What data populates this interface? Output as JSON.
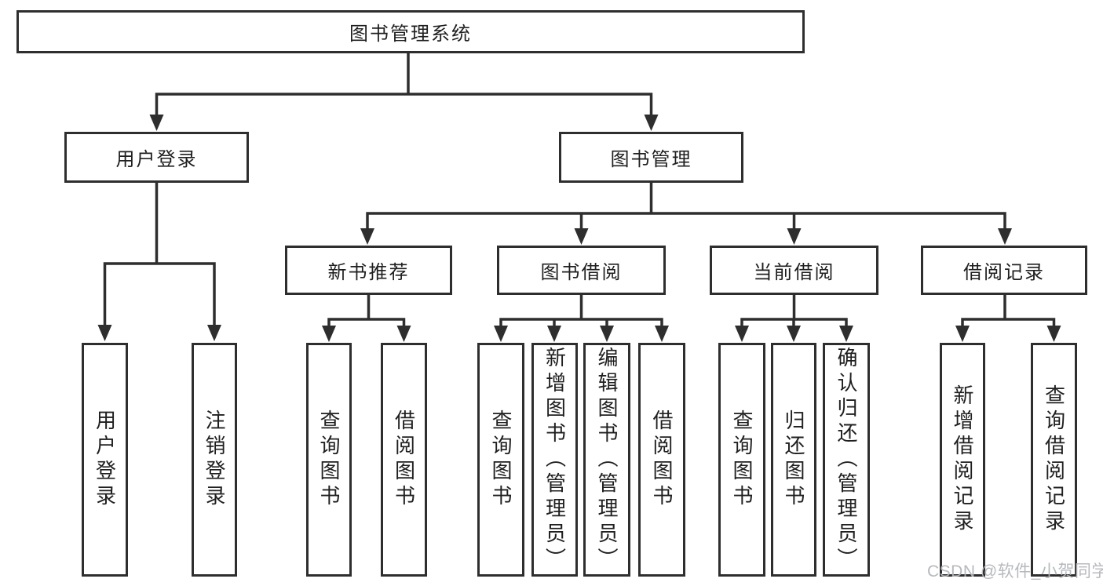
{
  "diagram": {
    "title": "图书管理系统",
    "root": {
      "label": "图书管理系统"
    },
    "level2": [
      {
        "label": "用户登录"
      },
      {
        "label": "图书管理"
      }
    ],
    "level3": [
      {
        "label": "新书推荐"
      },
      {
        "label": "图书借阅"
      },
      {
        "label": "当前借阅"
      },
      {
        "label": "借阅记录"
      }
    ],
    "leaves": [
      {
        "label": "用户登录",
        "parent": "用户登录"
      },
      {
        "label": "注销登录",
        "parent": "用户登录"
      },
      {
        "label": "查询图书",
        "parent": "新书推荐"
      },
      {
        "label": "借阅图书",
        "parent": "新书推荐"
      },
      {
        "label": "查询图书",
        "parent": "图书借阅"
      },
      {
        "label": "新增图书（管理员）",
        "parent": "图书借阅"
      },
      {
        "label": "编辑图书（管理员）",
        "parent": "图书借阅"
      },
      {
        "label": "借阅图书",
        "parent": "图书借阅"
      },
      {
        "label": "查询图书",
        "parent": "当前借阅"
      },
      {
        "label": "归还图书",
        "parent": "当前借阅"
      },
      {
        "label": "确认归还（管理员）",
        "parent": "当前借阅"
      },
      {
        "label": "新增借阅记录",
        "parent": "借阅记录"
      },
      {
        "label": "查询借阅记录",
        "parent": "借阅记录"
      }
    ]
  },
  "watermark": {
    "text": "CSDN @软件_小贺同学"
  },
  "colors": {
    "line": "#2e2e2e",
    "box_border": "#2e2e2e",
    "text": "#1f1f1f",
    "watermark": "#b2b5ba",
    "background": "#ffffff"
  }
}
